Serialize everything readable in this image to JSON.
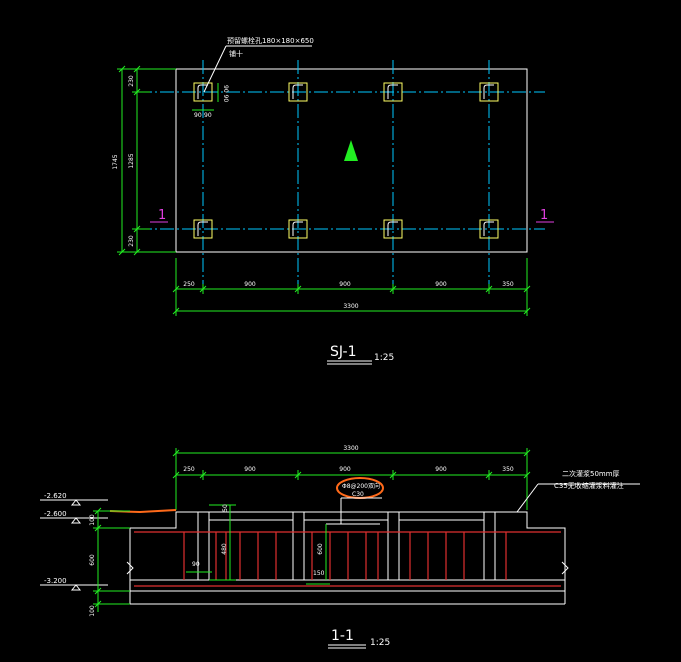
{
  "plan": {
    "callout_text": "预留螺栓孔180×180×650",
    "callout_subtext": "铺十",
    "dim_left_total": "1745",
    "dim_left_top": "230",
    "dim_left_mid": "1285",
    "dim_left_bottom": "230",
    "dim_small_w1": "90",
    "dim_small_w2": "90",
    "dim_small_h": "90 90",
    "dims_bottom": [
      "250",
      "900",
      "900",
      "900",
      "350"
    ],
    "dim_bottom_total": "3300",
    "section_mark_left": "1",
    "section_mark_right": "1",
    "title": "SJ-1",
    "scale": "1:25"
  },
  "section": {
    "dim_top_total": "3300",
    "dims_top": [
      "250",
      "900",
      "900",
      "900",
      "350"
    ],
    "level_1": "-2.620",
    "level_2": "-2.600",
    "level_3": "-3.200",
    "dim_left_a": "100",
    "dim_left_b": "600",
    "dim_left_c": "100",
    "dim_50": "50",
    "dim_480": "480",
    "dim_600": "600",
    "dim_90": "90",
    "dim_150": "150",
    "callout_1": "Φ8@200双向",
    "callout_2": "C30",
    "note_line1": "二次灌浆50mm厚",
    "note_line2": "C35无收缩灌浆料灌注",
    "title": "1-1",
    "scale": "1:25"
  }
}
